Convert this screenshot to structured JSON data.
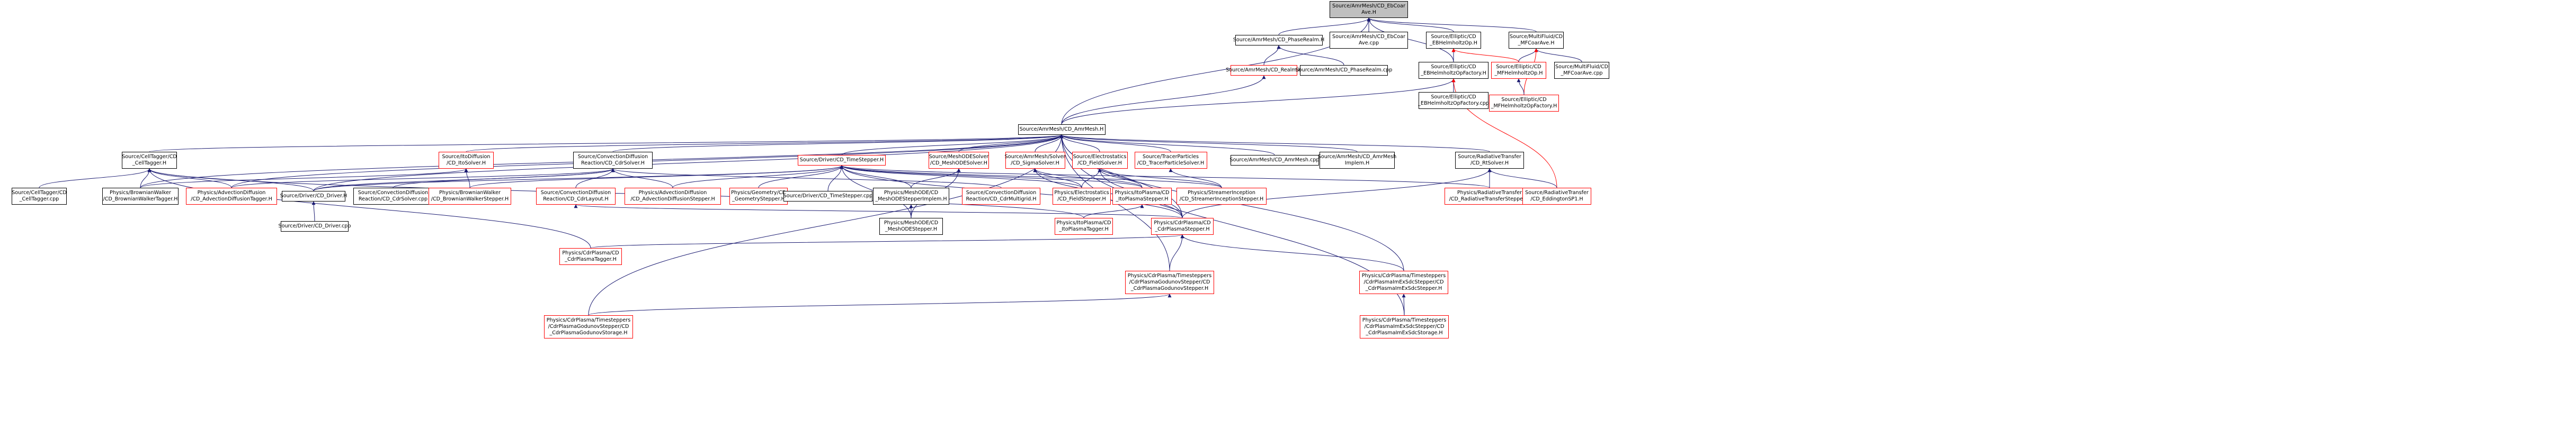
{
  "title": "Source/AmrMesh/CD_EbCoarAve.H",
  "colors": {
    "edge_normal": "#191970",
    "edge_highlight": "#ff0000",
    "node_border": "#000000",
    "node_border_missing": "#ff0000",
    "node_fill_current": "#bfbfbf"
  },
  "nodes": [
    {
      "id": "root",
      "lines": [
        "Source/AmrMesh/CD_EbCoar",
        "Ave.H"
      ],
      "style": "current"
    },
    {
      "id": "phaserealm_h",
      "lines": [
        "Source/AmrMesh/CD_PhaseRealm.H"
      ],
      "style": "normal"
    },
    {
      "id": "ebcoarave_cpp",
      "lines": [
        "Source/AmrMesh/CD_EbCoar",
        "Ave.cpp"
      ],
      "style": "normal"
    },
    {
      "id": "ebhelmholtzop_h",
      "lines": [
        "Source/Elliptic/CD",
        "_EBHelmholtzOp.H"
      ],
      "style": "normal"
    },
    {
      "id": "mfcoarave_h",
      "lines": [
        "Source/MultiFluid/CD",
        "_MFCoarAve.H"
      ],
      "style": "normal"
    },
    {
      "id": "realm_h",
      "lines": [
        "Source/AmrMesh/CD_Realm.H"
      ],
      "style": "missing"
    },
    {
      "id": "phaserealm_cpp",
      "lines": [
        "Source/AmrMesh/CD_PhaseRealm.cpp"
      ],
      "style": "normal"
    },
    {
      "id": "ebhelmholtzopfactory_h",
      "lines": [
        "Source/Elliptic/CD",
        "_EBHelmholtzOpFactory.H"
      ],
      "style": "normal"
    },
    {
      "id": "mfhelmholtzop_h",
      "lines": [
        "Source/Elliptic/CD",
        "_MFHelmholtzOp.H"
      ],
      "style": "missing"
    },
    {
      "id": "mfcoarave_cpp",
      "lines": [
        "Source/MultiFluid/CD",
        "_MFCoarAve.cpp"
      ],
      "style": "normal"
    },
    {
      "id": "ebhelmholtzopfactory_cpp",
      "lines": [
        "Source/Elliptic/CD",
        "_EBHelmholtzOpFactory.cpp"
      ],
      "style": "normal"
    },
    {
      "id": "mfhelmholtzopfactory_h",
      "lines": [
        "Source/Elliptic/CD",
        "_MFHelmholtzOpFactory.H"
      ],
      "style": "missing"
    },
    {
      "id": "amrmesh_h",
      "lines": [
        "Source/AmrMesh/CD_AmrMesh.H"
      ],
      "style": "normal"
    },
    {
      "id": "celltagger_h",
      "lines": [
        "Source/CellTagger/CD",
        "_CellTagger.H"
      ],
      "style": "normal"
    },
    {
      "id": "itosolver_h",
      "lines": [
        "Source/ItoDiffusion",
        "/CD_ItoSolver.H"
      ],
      "style": "missing"
    },
    {
      "id": "cdrsolver_h",
      "lines": [
        "Source/ConvectionDiffusion",
        "Reaction/CD_CdrSolver.H"
      ],
      "style": "normal"
    },
    {
      "id": "timestepper_h",
      "lines": [
        "Source/Driver/CD_TimeStepper.H"
      ],
      "style": "missing"
    },
    {
      "id": "meshodesolver_h",
      "lines": [
        "Source/MeshODESolver",
        "/CD_MeshODESolver.H"
      ],
      "style": "missing"
    },
    {
      "id": "sigmasolver_h",
      "lines": [
        "Source/AmrMesh/Solver",
        "/CD_SigmaSolver.H"
      ],
      "style": "missing"
    },
    {
      "id": "fieldsolver_h",
      "lines": [
        "Source/Electrostatics",
        "/CD_FieldSolver.H"
      ],
      "style": "missing"
    },
    {
      "id": "tracerparticlesolver_h",
      "lines": [
        "Source/TracerParticles",
        "/CD_TracerParticleSolver.H"
      ],
      "style": "missing"
    },
    {
      "id": "amrmesh_cpp",
      "lines": [
        "Source/AmrMesh/CD_AmrMesh.cpp"
      ],
      "style": "normal"
    },
    {
      "id": "amrmeshimplem_h",
      "lines": [
        "Source/AmrMesh/CD_AmrMesh",
        "Implem.H"
      ],
      "style": "normal"
    },
    {
      "id": "rtesolver_h",
      "lines": [
        "Source/RadiativeTransfer",
        "/CD_RtSolver.H"
      ],
      "style": "normal"
    },
    {
      "id": "celltagger_cpp",
      "lines": [
        "Source/CellTagger/CD",
        "_CellTagger.cpp"
      ],
      "style": "normal"
    },
    {
      "id": "brownianwalkertagger_h",
      "lines": [
        "Physics/BrownianWalker",
        "/CD_BrownianWalkerTagger.H"
      ],
      "style": "normal"
    },
    {
      "id": "advectiondiffusiontagger_h",
      "lines": [
        "Physics/AdvectionDiffusion",
        "/CD_AdvectionDiffusionTagger.H"
      ],
      "style": "missing"
    },
    {
      "id": "driver_h",
      "lines": [
        "Source/Driver/CD_Driver.H"
      ],
      "style": "normal"
    },
    {
      "id": "cdrsolver_cpp",
      "lines": [
        "Source/ConvectionDiffusion",
        "Reaction/CD_CdrSolver.cpp"
      ],
      "style": "normal"
    },
    {
      "id": "brownianwalkerstepper_h",
      "lines": [
        "Physics/BrownianWalker",
        "/CD_BrownianWalkerStepper.H"
      ],
      "style": "missing"
    },
    {
      "id": "cdrlayout_h",
      "lines": [
        "Source/ConvectionDiffusion",
        "Reaction/CD_CdrLayout.H"
      ],
      "style": "missing"
    },
    {
      "id": "advectiondiffusionstepper_h",
      "lines": [
        "Physics/AdvectionDiffusion",
        "/CD_AdvectionDiffusionStepper.H"
      ],
      "style": "missing"
    },
    {
      "id": "geometrystepper_h",
      "lines": [
        "Physics/Geometry/CD",
        "_GeometryStepper.H"
      ],
      "style": "missing"
    },
    {
      "id": "timestepper_cpp",
      "lines": [
        "Source/Driver/CD_TimeStepper.cpp"
      ],
      "style": "normal"
    },
    {
      "id": "meshodestepperimplem_h",
      "lines": [
        "Physics/MeshODE/CD",
        "_MeshODEStepperImplem.H"
      ],
      "style": "normal"
    },
    {
      "id": "cdrmultigrid_h",
      "lines": [
        "Source/ConvectionDiffusion",
        "Reaction/CD_CdrMultigrid.H"
      ],
      "style": "missing"
    },
    {
      "id": "fieldstepper_h",
      "lines": [
        "Physics/Electrostatics",
        "/CD_FieldStepper.H"
      ],
      "style": "missing"
    },
    {
      "id": "itoplasmastepper_h",
      "lines": [
        "Physics/ItoPlasma/CD",
        "_ItoPlasmaStepper.H"
      ],
      "style": "missing"
    },
    {
      "id": "streamerinceptionstepper_h",
      "lines": [
        "Physics/StreamerInception",
        "/CD_StreamerInceptionStepper.H"
      ],
      "style": "missing"
    },
    {
      "id": "radiativetransferstepper_h",
      "lines": [
        "Physics/RadiativeTransfer",
        "/CD_RadiativeTransferStepper.H"
      ],
      "style": "missing"
    },
    {
      "id": "eddingtonsp1_h",
      "lines": [
        "Source/RadiativeTransfer",
        "/CD_EddingtonSP1.H"
      ],
      "style": "missing"
    },
    {
      "id": "driver_cpp",
      "lines": [
        "Source/Driver/CD_Driver.cpp"
      ],
      "style": "normal"
    },
    {
      "id": "meshodestepper_h",
      "lines": [
        "Physics/MeshODE/CD",
        "_MeshODEStepper.H"
      ],
      "style": "normal"
    },
    {
      "id": "itoplasmatagger_h",
      "lines": [
        "Physics/ItoPlasma/CD",
        "_ItoPlasmaTagger.H"
      ],
      "style": "missing"
    },
    {
      "id": "cdrplasmastepper_h",
      "lines": [
        "Physics/CdrPlasma/CD",
        "_CdrPlasmaStepper.H"
      ],
      "style": "missing"
    },
    {
      "id": "cdrplasmatagger_h",
      "lines": [
        "Physics/CdrPlasma/CD",
        "_CdrPlasmaTagger.H"
      ],
      "style": "missing"
    },
    {
      "id": "godunovstepper_h",
      "lines": [
        "Physics/CdrPlasma/Timesteppers",
        "/CdrPlasmaGodunovStepper/CD",
        "_CdrPlasmaGodunovStepper.H"
      ],
      "style": "missing"
    },
    {
      "id": "imexsdcstepper_h",
      "lines": [
        "Physics/CdrPlasma/Timesteppers",
        "/CdrPlasmaImExSdcStepper/CD",
        "_CdrPlasmaImExSdcStepper.H"
      ],
      "style": "missing"
    },
    {
      "id": "godunovstorage_h",
      "lines": [
        "Physics/CdrPlasma/Timesteppers",
        "/CdrPlasmaGodunovStepper/CD",
        "_CdrPlasmaGodunovStorage.H"
      ],
      "style": "missing"
    },
    {
      "id": "imexsdcstorage_h",
      "lines": [
        "Physics/CdrPlasma/Timesteppers",
        "/CdrPlasmaImExSdcStepper/CD",
        "_CdrPlasmaImExSdcStorage.H"
      ],
      "style": "missing"
    }
  ],
  "edges": [
    [
      "root",
      "phaserealm_h",
      "normal"
    ],
    [
      "root",
      "ebcoarave_cpp",
      "normal"
    ],
    [
      "root",
      "ebhelmholtzop_h",
      "normal"
    ],
    [
      "root",
      "mfcoarave_h",
      "normal"
    ],
    [
      "root",
      "amrmesh_h",
      "normal"
    ],
    [
      "root",
      "ebhelmholtzopfactory_h",
      "normal"
    ],
    [
      "phaserealm_h",
      "realm_h",
      "normal"
    ],
    [
      "phaserealm_h",
      "phaserealm_cpp",
      "normal"
    ],
    [
      "realm_h",
      "amrmesh_h",
      "normal"
    ],
    [
      "ebhelmholtzop_h",
      "ebhelmholtzopfactory_h",
      "normal"
    ],
    [
      "ebhelmholtzop_h",
      "mfhelmholtzop_h",
      "highlight"
    ],
    [
      "mfcoarave_h",
      "mfhelmholtzop_h",
      "normal"
    ],
    [
      "mfcoarave_h",
      "mfcoarave_cpp",
      "normal"
    ],
    [
      "mfcoarave_h",
      "mfhelmholtzopfactory_h",
      "highlight"
    ],
    [
      "mfhelmholtzop_h",
      "mfhelmholtzopfactory_h",
      "normal"
    ],
    [
      "ebhelmholtzopfactory_h",
      "amrmesh_h",
      "normal"
    ],
    [
      "ebhelmholtzopfactory_h",
      "ebhelmholtzopfactory_cpp",
      "normal"
    ],
    [
      "ebhelmholtzopfactory_h",
      "eddingtonsp1_h",
      "highlight"
    ],
    [
      "amrmesh_h",
      "celltagger_h",
      "normal"
    ],
    [
      "amrmesh_h",
      "itosolver_h",
      "normal"
    ],
    [
      "amrmesh_h",
      "cdrsolver_h",
      "normal"
    ],
    [
      "amrmesh_h",
      "timestepper_h",
      "normal"
    ],
    [
      "amrmesh_h",
      "meshodesolver_h",
      "normal"
    ],
    [
      "amrmesh_h",
      "sigmasolver_h",
      "normal"
    ],
    [
      "amrmesh_h",
      "fieldsolver_h",
      "normal"
    ],
    [
      "amrmesh_h",
      "tracerparticlesolver_h",
      "normal"
    ],
    [
      "amrmesh_h",
      "amrmesh_cpp",
      "normal"
    ],
    [
      "amrmesh_h",
      "amrmeshimplem_h",
      "normal"
    ],
    [
      "amrmesh_h",
      "rtesolver_h",
      "normal"
    ],
    [
      "amrmesh_h",
      "driver_h",
      "normal"
    ],
    [
      "amrmesh_h",
      "brownianwalkertagger_h",
      "normal"
    ],
    [
      "amrmesh_h",
      "advectiondiffusiontagger_h",
      "normal"
    ],
    [
      "amrmesh_h",
      "cdrplasmastepper_h",
      "normal"
    ],
    [
      "amrmesh_h",
      "godunovstepper_h",
      "normal"
    ],
    [
      "amrmesh_h",
      "imexsdcstepper_h",
      "normal"
    ],
    [
      "amrmesh_h",
      "imexsdcstorage_h",
      "normal"
    ],
    [
      "amrmesh_h",
      "godunovstorage_h",
      "normal"
    ],
    [
      "celltagger_h",
      "celltagger_cpp",
      "normal"
    ],
    [
      "celltagger_h",
      "brownianwalkertagger_h",
      "normal"
    ],
    [
      "celltagger_h",
      "advectiondiffusiontagger_h",
      "normal"
    ],
    [
      "celltagger_h",
      "driver_h",
      "normal"
    ],
    [
      "celltagger_h",
      "cdrplasmatagger_h",
      "normal"
    ],
    [
      "celltagger_h",
      "itoplasmatagger_h",
      "normal"
    ],
    [
      "itosolver_h",
      "brownianwalkerstepper_h",
      "normal"
    ],
    [
      "itosolver_h",
      "brownianwalkertagger_h",
      "normal"
    ],
    [
      "cdrsolver_h",
      "cdrsolver_cpp",
      "normal"
    ],
    [
      "cdrsolver_h",
      "advectiondiffusionstepper_h",
      "normal"
    ],
    [
      "cdrsolver_h",
      "advectiondiffusiontagger_h",
      "normal"
    ],
    [
      "cdrsolver_h",
      "cdrlayout_h",
      "normal"
    ],
    [
      "cdrsolver_h",
      "cdrmultigrid_h",
      "normal"
    ],
    [
      "cdrsolver_h",
      "driver_h",
      "normal"
    ],
    [
      "timestepper_h",
      "driver_h",
      "normal"
    ],
    [
      "timestepper_h",
      "brownianwalkerstepper_h",
      "normal"
    ],
    [
      "timestepper_h",
      "advectiondiffusionstepper_h",
      "normal"
    ],
    [
      "timestepper_h",
      "geometrystepper_h",
      "normal"
    ],
    [
      "timestepper_h",
      "timestepper_cpp",
      "normal"
    ],
    [
      "timestepper_h",
      "meshodestepperimplem_h",
      "normal"
    ],
    [
      "timestepper_h",
      "fieldstepper_h",
      "normal"
    ],
    [
      "timestepper_h",
      "itoplasmastepper_h",
      "normal"
    ],
    [
      "timestepper_h",
      "streamerinceptionstepper_h",
      "normal"
    ],
    [
      "timestepper_h",
      "radiativetransferstepper_h",
      "normal"
    ],
    [
      "timestepper_h",
      "cdrplasmastepper_h",
      "normal"
    ],
    [
      "timestepper_h",
      "meshodestepper_h",
      "normal"
    ],
    [
      "meshodesolver_h",
      "meshodestepperimplem_h",
      "normal"
    ],
    [
      "meshodesolver_h",
      "meshodestepper_h",
      "normal"
    ],
    [
      "sigmasolver_h",
      "fieldstepper_h",
      "normal"
    ],
    [
      "sigmasolver_h",
      "cdrplasmastepper_h",
      "normal"
    ],
    [
      "sigmasolver_h",
      "itoplasmastepper_h",
      "normal"
    ],
    [
      "fieldsolver_h",
      "fieldstepper_h",
      "normal"
    ],
    [
      "fieldsolver_h",
      "itoplasmastepper_h",
      "normal"
    ],
    [
      "fieldsolver_h",
      "streamerinceptionstepper_h",
      "normal"
    ],
    [
      "fieldsolver_h",
      "cdrplasmastepper_h",
      "normal"
    ],
    [
      "tracerparticlesolver_h",
      "streamerinceptionstepper_h",
      "normal"
    ],
    [
      "rtesolver_h",
      "eddingtonsp1_h",
      "normal"
    ],
    [
      "rtesolver_h",
      "radiativetransferstepper_h",
      "normal"
    ],
    [
      "rtesolver_h",
      "cdrplasmastepper_h",
      "normal"
    ],
    [
      "driver_h",
      "driver_cpp",
      "normal"
    ],
    [
      "cdrlayout_h",
      "cdrplasmastepper_h",
      "normal"
    ],
    [
      "meshodestepperimplem_h",
      "meshodestepper_h",
      "normal"
    ],
    [
      "itoplasmastepper_h",
      "itoplasmatagger_h",
      "normal"
    ],
    [
      "cdrplasmastepper_h",
      "cdrplasmatagger_h",
      "normal"
    ],
    [
      "cdrplasmastepper_h",
      "godunovstepper_h",
      "normal"
    ],
    [
      "cdrplasmastepper_h",
      "imexsdcstepper_h",
      "normal"
    ],
    [
      "godunovstepper_h",
      "godunovstorage_h",
      "normal"
    ],
    [
      "imexsdcstepper_h",
      "imexsdcstorage_h",
      "normal"
    ]
  ]
}
